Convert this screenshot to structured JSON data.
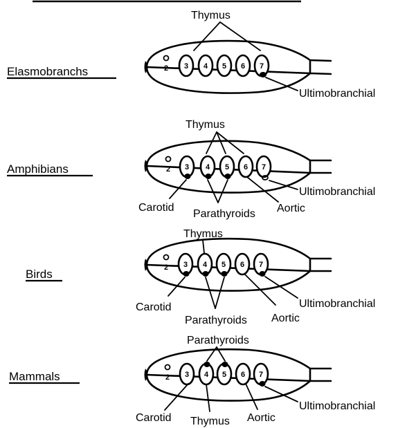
{
  "groups": [
    {
      "name": "Elasmobranchs",
      "pouches": [
        "2",
        "3",
        "4",
        "5",
        "6",
        "7"
      ],
      "labels": {
        "thymus": "Thymus",
        "ultimobranchial": "Ultimobranchial"
      }
    },
    {
      "name": "Amphibians",
      "pouches": [
        "2",
        "3",
        "4",
        "5",
        "6",
        "7"
      ],
      "labels": {
        "thymus": "Thymus",
        "carotid": "Carotid",
        "parathyroids": "Parathyroids",
        "aortic": "Aortic",
        "ultimobranchial": "Ultimobranchial"
      }
    },
    {
      "name": "Birds",
      "pouches": [
        "2",
        "3",
        "4",
        "5",
        "6",
        "7"
      ],
      "labels": {
        "thymus": "Thymus",
        "carotid": "Carotid",
        "parathyroids": "Parathyroids",
        "aortic": "Aortic",
        "ultimobranchial": "Ultimobranchial"
      }
    },
    {
      "name": "Mammals",
      "pouches": [
        "2",
        "3",
        "4",
        "5",
        "6",
        "7"
      ],
      "labels": {
        "parathyroids": "Parathyroids",
        "carotid": "Carotid",
        "thymus": "Thymus",
        "aortic": "Aortic",
        "ultimobranchial": "Ultimobranchial"
      }
    }
  ]
}
